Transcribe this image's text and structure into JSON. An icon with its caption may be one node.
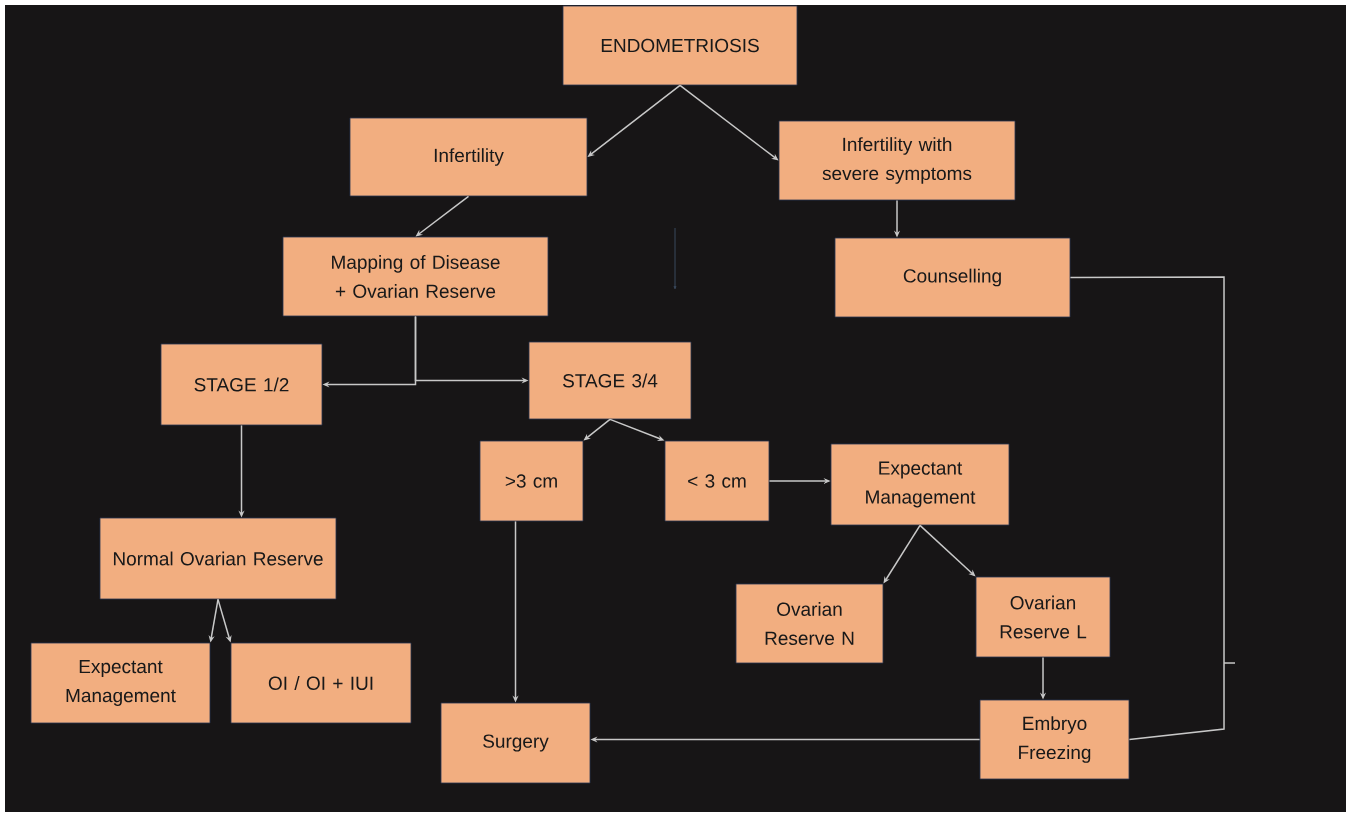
{
  "diagram": {
    "nodes": [
      {
        "text": [
          "ENDOMETRIOSIS"
        ]
      },
      {
        "text": [
          "Infertility"
        ]
      },
      {
        "text": [
          "Infertility with severe symptoms"
        ]
      },
      {
        "text": [
          "Mapping of Disease + Ovarian Reserve"
        ]
      },
      {
        "text": [
          "Counselling"
        ]
      },
      {
        "text": [
          "STAGE 1/2"
        ]
      },
      {
        "text": [
          "STAGE 3/4"
        ]
      },
      {
        "text": [
          ">3 cm"
        ]
      },
      {
        "text": [
          "< 3 cm"
        ]
      },
      {
        "text": [
          "Expectant Management"
        ]
      },
      {
        "text": [
          "Normal Ovarian Reserve"
        ]
      },
      {
        "text": [
          "Ovarian Reserve N"
        ]
      },
      {
        "text": [
          "Ovarian Reserve L"
        ]
      },
      {
        "text": [
          "Expectant Management"
        ]
      },
      {
        "text": [
          "OI / OI + IUI"
        ]
      },
      {
        "text": [
          "Surgery"
        ]
      },
      {
        "text": [
          "Embryo Freezing"
        ]
      }
    ],
    "edges": [
      {
        "from": 0,
        "to": 1,
        "arrow": "to"
      },
      {
        "from": 0,
        "to": 2,
        "arrow": "to"
      },
      {
        "from": 1,
        "to": 3,
        "arrow": "to"
      },
      {
        "from": 2,
        "to": 4,
        "arrow": "to"
      },
      {
        "from": 3,
        "to": 5,
        "arrow": "to"
      },
      {
        "from": 3,
        "to": 6,
        "arrow": "to"
      },
      {
        "from": 5,
        "to": 10,
        "arrow": "to"
      },
      {
        "from": 6,
        "to": 7,
        "arrow": "to"
      },
      {
        "from": 6,
        "to": 8,
        "arrow": "to"
      },
      {
        "from": 8,
        "to": 9,
        "arrow": "to"
      },
      {
        "from": 9,
        "to": 11,
        "arrow": "to"
      },
      {
        "from": 9,
        "to": 12,
        "arrow": "to"
      },
      {
        "from": 10,
        "to": 13,
        "arrow": "to"
      },
      {
        "from": 10,
        "to": 14,
        "arrow": "to"
      },
      {
        "from": 7,
        "to": 15,
        "arrow": "to"
      },
      {
        "from": 12,
        "to": 16,
        "arrow": "to"
      },
      {
        "from": 16,
        "to": 15,
        "arrow": "to"
      },
      {
        "from": 4,
        "to": 16,
        "arrow": "none"
      }
    ]
  }
}
